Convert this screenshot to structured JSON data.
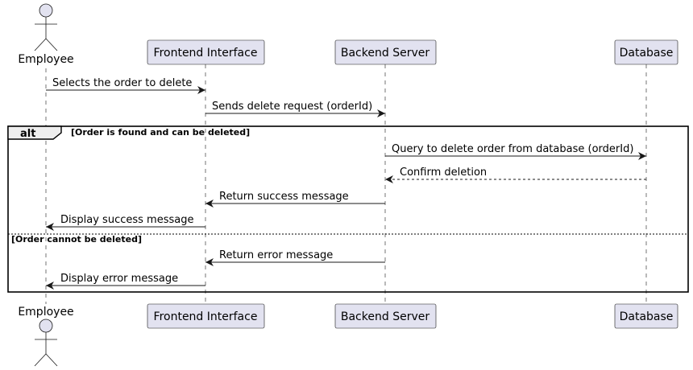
{
  "diagram": {
    "participants": [
      {
        "id": "employee",
        "label": "Employee",
        "kind": "actor"
      },
      {
        "id": "frontend",
        "label": "Frontend Interface",
        "kind": "participant"
      },
      {
        "id": "backend",
        "label": "Backend Server",
        "kind": "participant"
      },
      {
        "id": "database",
        "label": "Database",
        "kind": "participant"
      }
    ],
    "messages": [
      {
        "from": "employee",
        "to": "frontend",
        "label": "Selects the order to delete",
        "style": "solid"
      },
      {
        "from": "frontend",
        "to": "backend",
        "label": "Sends delete request (orderId)",
        "style": "solid"
      },
      {
        "from": "backend",
        "to": "database",
        "label": "Query to delete order from database (orderId)",
        "style": "solid"
      },
      {
        "from": "database",
        "to": "backend",
        "label": "Confirm deletion",
        "style": "dashed"
      },
      {
        "from": "backend",
        "to": "frontend",
        "label": "Return success message",
        "style": "solid"
      },
      {
        "from": "frontend",
        "to": "employee",
        "label": "Display success message",
        "style": "solid"
      },
      {
        "from": "backend",
        "to": "frontend",
        "label": "Return error message",
        "style": "solid"
      },
      {
        "from": "frontend",
        "to": "employee",
        "label": "Display error message",
        "style": "solid"
      }
    ],
    "alt_frame": {
      "keyword": "alt",
      "guard_main": "[Order is found and can be deleted]",
      "guard_else": "[Order cannot be deleted]"
    },
    "colors": {
      "participant_fill": "#e2e2f0",
      "line": "#181818",
      "tab_fill": "#eeeeee"
    }
  }
}
